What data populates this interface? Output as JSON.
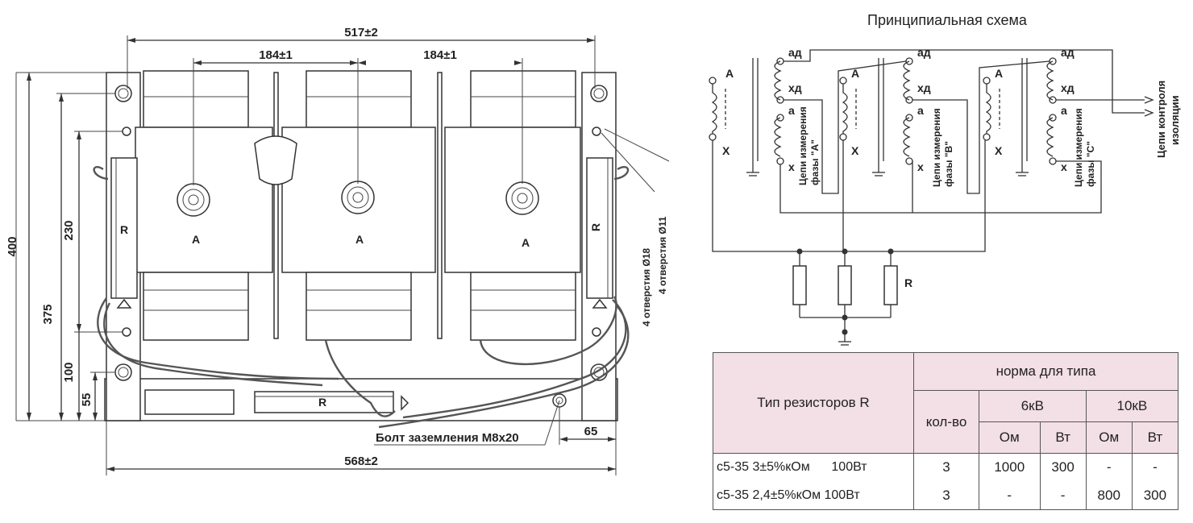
{
  "drawing": {
    "dim_overall_top": "517±2",
    "dim_left_pitch": "184±1",
    "dim_right_pitch": "184±1",
    "dim_overall_bottom": "568±2",
    "dim_height_400": "400",
    "dim_height_375": "375",
    "dim_height_230": "230",
    "dim_height_100": "100",
    "dim_height_55": "55",
    "dim_65": "65",
    "coil_label_1": "A",
    "coil_label_2": "A",
    "coil_label_3": "A",
    "resistor_left": "R",
    "resistor_right": "R",
    "resistor_bottom": "R",
    "holes_18": "4 отверстия Ø18",
    "holes_11": "4 отверстия Ø11",
    "ground_bolt": "Болт заземления М8х20"
  },
  "schematic": {
    "title": "Принципиальная схема",
    "terminal_A": "A",
    "terminal_X": "X",
    "terminal_ad": "ад",
    "terminal_xd": "хд",
    "terminal_a": "а",
    "terminal_x": "х",
    "phase_A_line1": "Цепи измерения",
    "phase_A_line2": "фазы \"А\"",
    "phase_B_line1": "Цепи измерения",
    "phase_B_line2": "фазы \"В\"",
    "phase_C_line1": "Цепи измерения",
    "phase_C_line2": "фазы \"С\"",
    "insulation_line1": "Цепи контроля",
    "insulation_line2": "изоляции",
    "resistor_label": "R"
  },
  "table": {
    "col_type": "Тип резисторов R",
    "col_norm": "норма для типа",
    "col_qty": "кол-во",
    "col_6kv": "6кВ",
    "col_10kv": "10кВ",
    "col_ohm1": "Ом",
    "col_w1": "Вт",
    "col_ohm2": "Ом",
    "col_w2": "Вт",
    "rows": [
      {
        "type": "с5-35 3±5%кОм      100Вт",
        "qty": "3",
        "ohm6": "1000",
        "w6": "300",
        "ohm10": "-",
        "w10": "-"
      },
      {
        "type": "с5-35 2,4±5%кОм 100Вт",
        "qty": "3",
        "ohm6": "-",
        "w6": "-",
        "ohm10": "800",
        "w10": "300"
      }
    ]
  }
}
